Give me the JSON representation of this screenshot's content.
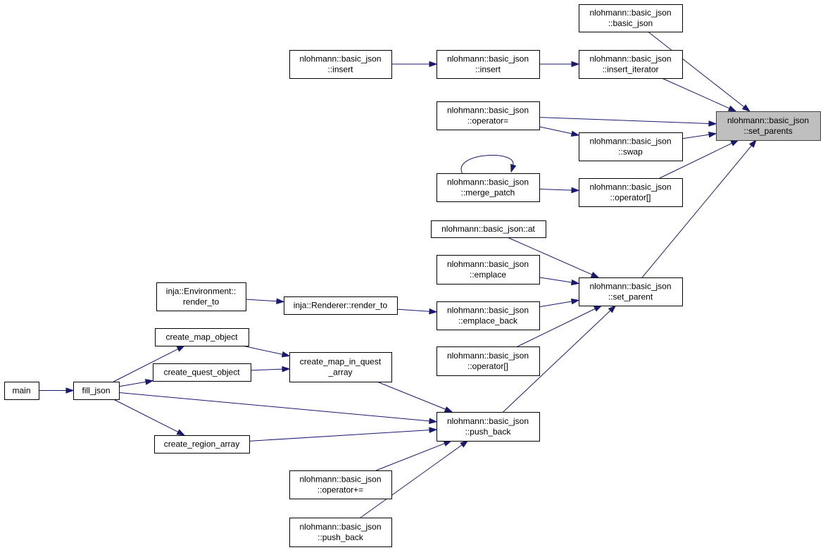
{
  "colors": {
    "edge": "#191970",
    "highlight_fill": "#bfbfbf",
    "node_border": "#000000"
  },
  "nodes": [
    {
      "id": "set_parents",
      "lines": [
        "nlohmann::basic_json",
        "::set_parents"
      ],
      "highlight": true
    },
    {
      "id": "basic_json",
      "lines": [
        "nlohmann::basic_json",
        "::basic_json"
      ]
    },
    {
      "id": "insert_iterator",
      "lines": [
        "nlohmann::basic_json",
        "::insert_iterator"
      ]
    },
    {
      "id": "insert_a",
      "lines": [
        "nlohmann::basic_json",
        "::insert"
      ]
    },
    {
      "id": "insert_b",
      "lines": [
        "nlohmann::basic_json",
        "::insert"
      ]
    },
    {
      "id": "operator_assign",
      "lines": [
        "nlohmann::basic_json",
        "::operator="
      ]
    },
    {
      "id": "swap",
      "lines": [
        "nlohmann::basic_json",
        "::swap"
      ]
    },
    {
      "id": "merge_patch",
      "lines": [
        "nlohmann::basic_json",
        "::merge_patch"
      ]
    },
    {
      "id": "operator_idx_a",
      "lines": [
        "nlohmann::basic_json",
        "::operator[]"
      ]
    },
    {
      "id": "set_parent",
      "lines": [
        "nlohmann::basic_json",
        "::set_parent"
      ]
    },
    {
      "id": "at",
      "lines": [
        "nlohmann::basic_json::at"
      ]
    },
    {
      "id": "emplace",
      "lines": [
        "nlohmann::basic_json",
        "::emplace"
      ]
    },
    {
      "id": "emplace_back",
      "lines": [
        "nlohmann::basic_json",
        "::emplace_back"
      ]
    },
    {
      "id": "operator_idx_b",
      "lines": [
        "nlohmann::basic_json",
        "::operator[]"
      ]
    },
    {
      "id": "push_back_a",
      "lines": [
        "nlohmann::basic_json",
        "::push_back"
      ]
    },
    {
      "id": "renderer_render_to",
      "lines": [
        "inja::Renderer::render_to"
      ]
    },
    {
      "id": "env_render_to",
      "lines": [
        "inja::Environment::",
        "render_to"
      ]
    },
    {
      "id": "create_map_object",
      "lines": [
        "create_map_object"
      ]
    },
    {
      "id": "create_quest_object",
      "lines": [
        "create_quest_object"
      ]
    },
    {
      "id": "create_map_in_quest_array",
      "lines": [
        "create_map_in_quest",
        "_array"
      ]
    },
    {
      "id": "create_region_array",
      "lines": [
        "create_region_array"
      ]
    },
    {
      "id": "fill_json",
      "lines": [
        "fill_json"
      ]
    },
    {
      "id": "main",
      "lines": [
        "main"
      ]
    },
    {
      "id": "operator_plus_assign",
      "lines": [
        "nlohmann::basic_json",
        "::operator+="
      ]
    },
    {
      "id": "push_back_b",
      "lines": [
        "nlohmann::basic_json",
        "::push_back"
      ]
    }
  ],
  "edges": [
    {
      "from": "basic_json",
      "to": "set_parents"
    },
    {
      "from": "insert_iterator",
      "to": "set_parents"
    },
    {
      "from": "insert_a",
      "to": "insert_iterator"
    },
    {
      "from": "insert_b",
      "to": "insert_a"
    },
    {
      "from": "operator_assign",
      "to": "set_parents"
    },
    {
      "from": "operator_assign",
      "to": "swap"
    },
    {
      "from": "swap",
      "to": "set_parents"
    },
    {
      "from": "merge_patch",
      "to": "merge_patch"
    },
    {
      "from": "merge_patch",
      "to": "operator_idx_a"
    },
    {
      "from": "operator_idx_a",
      "to": "set_parents"
    },
    {
      "from": "set_parent",
      "to": "set_parents"
    },
    {
      "from": "at",
      "to": "set_parent"
    },
    {
      "from": "emplace",
      "to": "set_parent"
    },
    {
      "from": "emplace_back",
      "to": "set_parent"
    },
    {
      "from": "operator_idx_b",
      "to": "set_parent"
    },
    {
      "from": "push_back_a",
      "to": "set_parent"
    },
    {
      "from": "renderer_render_to",
      "to": "emplace_back"
    },
    {
      "from": "env_render_to",
      "to": "renderer_render_to"
    },
    {
      "from": "create_map_object",
      "to": "create_map_in_quest_array"
    },
    {
      "from": "create_quest_object",
      "to": "create_map_in_quest_array"
    },
    {
      "from": "create_map_in_quest_array",
      "to": "push_back_a"
    },
    {
      "from": "fill_json",
      "to": "create_map_object"
    },
    {
      "from": "fill_json",
      "to": "create_quest_object"
    },
    {
      "from": "fill_json",
      "to": "push_back_a"
    },
    {
      "from": "fill_json",
      "to": "create_region_array"
    },
    {
      "from": "create_region_array",
      "to": "push_back_a"
    },
    {
      "from": "main",
      "to": "fill_json"
    },
    {
      "from": "operator_plus_assign",
      "to": "push_back_a"
    },
    {
      "from": "push_back_b",
      "to": "push_back_a"
    }
  ]
}
